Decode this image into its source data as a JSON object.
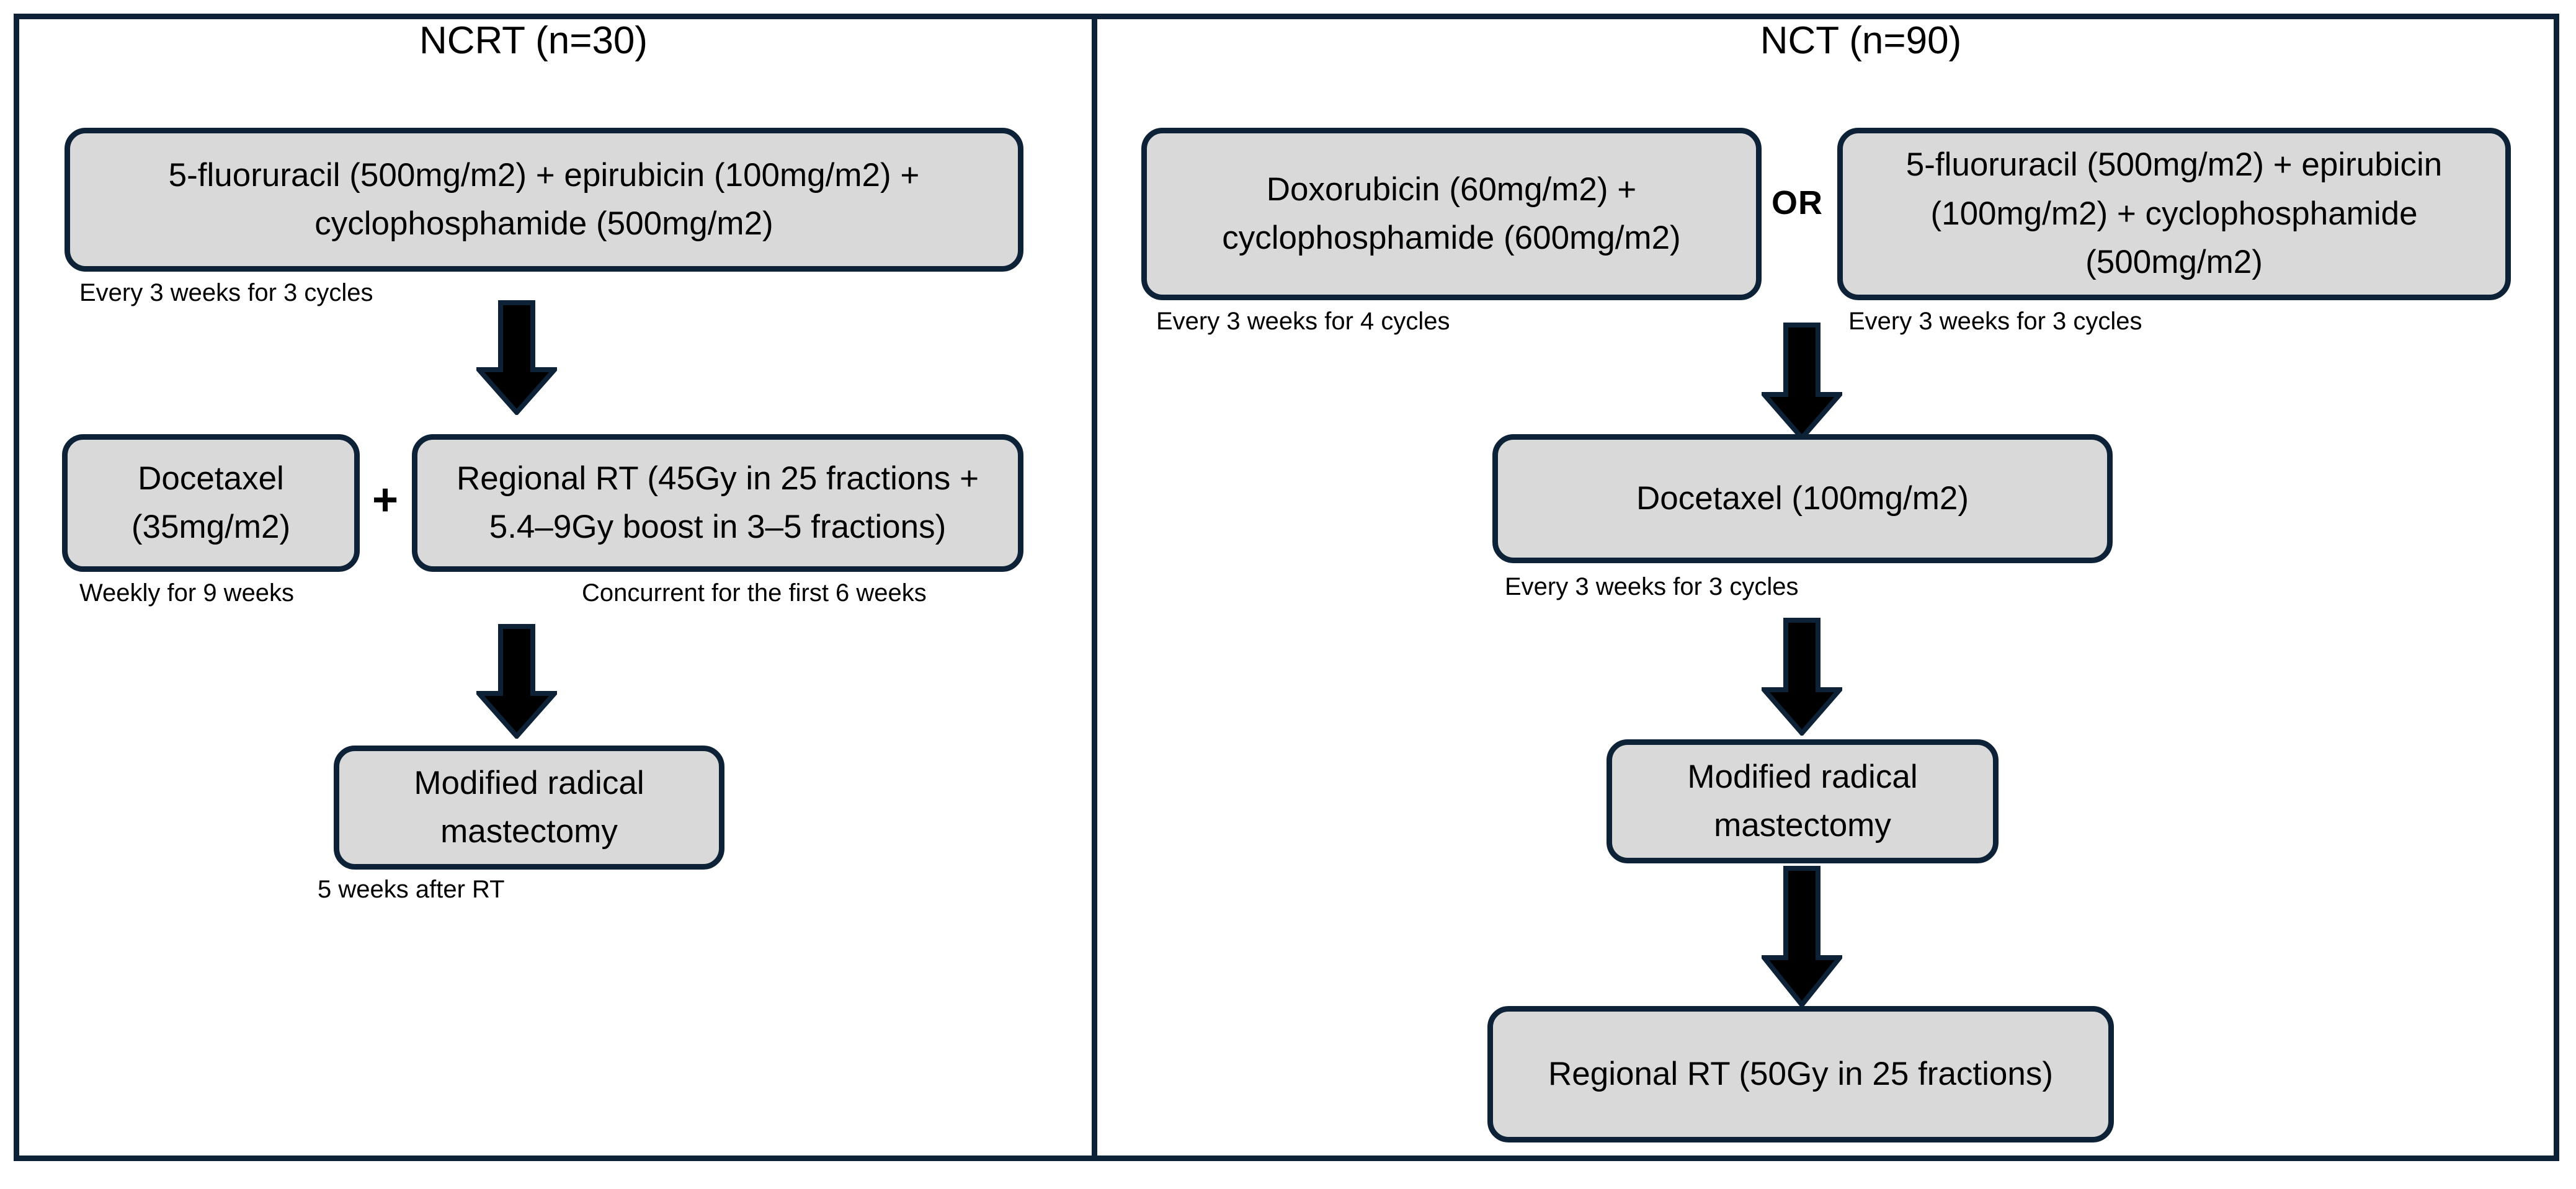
{
  "colors": {
    "border": "#0d2237",
    "node_fill": "#d9d9d9",
    "text": "#000000",
    "background": "#ffffff",
    "arrow_fill": "#000000"
  },
  "panels": [
    {
      "id": "ncrt",
      "title": "NCRT (n=30)",
      "nodes": [
        {
          "id": "ncrt-fec",
          "label": "5-fluoruracil (500mg/m2) + epirubicin (100mg/m2) + cyclophosphamide (500mg/m2)",
          "caption": "Every 3 weeks for 3 cycles"
        },
        {
          "id": "ncrt-docetaxel",
          "label": "Docetaxel (35mg/m2)",
          "caption": "Weekly for 9 weeks"
        },
        {
          "id": "ncrt-regional-rt",
          "label": "Regional RT (45Gy in 25 fractions + 5.4–9Gy boost in 3–5 fractions)",
          "caption": "Concurrent for the first 6 weeks"
        },
        {
          "id": "ncrt-mastectomy",
          "label": "Modified radical mastectomy",
          "caption": "5 weeks after RT"
        }
      ],
      "connectors": [
        {
          "id": "ncrt-plus",
          "label": "+"
        }
      ]
    },
    {
      "id": "nct",
      "title": "NCT (n=90)",
      "nodes": [
        {
          "id": "nct-ac",
          "label": "Doxorubicin (60mg/m2) + cyclophosphamide (600mg/m2)",
          "caption": "Every 3 weeks for 4 cycles"
        },
        {
          "id": "nct-fec",
          "label": "5-fluoruracil (500mg/m2) + epirubicin (100mg/m2) + cyclophosphamide (500mg/m2)",
          "caption": "Every 3 weeks for 3 cycles"
        },
        {
          "id": "nct-docetaxel",
          "label": "Docetaxel (100mg/m2)",
          "caption": "Every 3 weeks for 3 cycles"
        },
        {
          "id": "nct-mastectomy",
          "label": "Modified radical mastectomy",
          "caption": ""
        },
        {
          "id": "nct-regional-rt",
          "label": "Regional RT (50Gy in 25 fractions)",
          "caption": ""
        }
      ],
      "connectors": [
        {
          "id": "nct-or",
          "label": "OR"
        }
      ]
    }
  ]
}
